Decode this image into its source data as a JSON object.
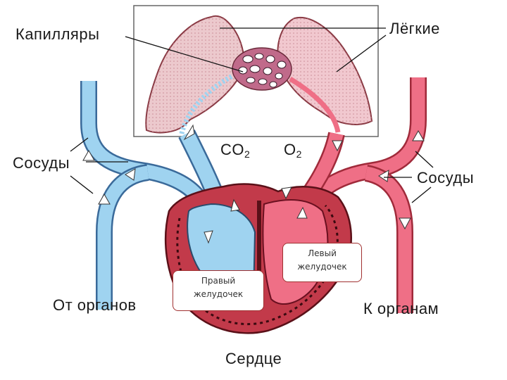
{
  "labels": {
    "capillaries": "Капилляры",
    "lungs": "Лёгкие",
    "vessels_left": "Сосуды",
    "vessels_right": "Сосуды",
    "co2": "CO",
    "co2_sub": "2",
    "o2": "O",
    "o2_sub": "2",
    "from_organs": "От органов",
    "to_organs": "К органам",
    "heart": "Сердце"
  },
  "callouts": {
    "right_ventricle": {
      "line1": "Правый",
      "line2": "желудочек"
    },
    "left_ventricle": {
      "line1": "Левый",
      "line2": "желудочек"
    }
  },
  "colors": {
    "venous_blue": "#9fd3f0",
    "arterial_red": "#ef6f86",
    "lung_pink": "#ecc9cd",
    "heart_wall": "#c23a4a",
    "callout_border": "#a03030"
  }
}
